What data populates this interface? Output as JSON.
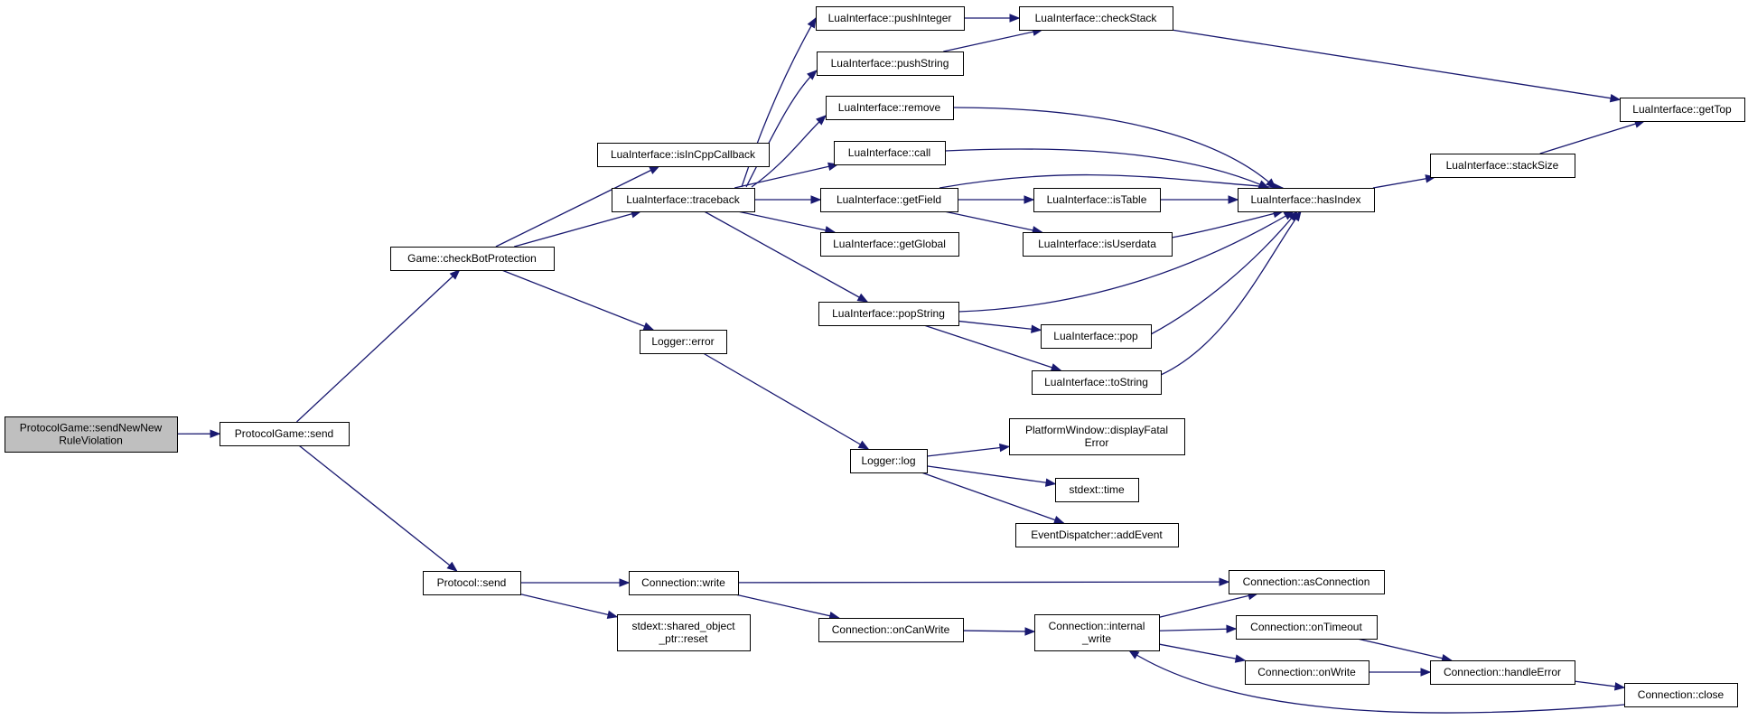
{
  "graph": {
    "title": "",
    "colors": {
      "edge": "#191970",
      "node_border": "#000000",
      "node_fill": "#ffffff",
      "root_fill": "#bfbfbf"
    },
    "nodes": [
      {
        "id": "sendNewRuleViolation",
        "lines": [
          "ProtocolGame::sendNewNew",
          "RuleViolation"
        ],
        "root": true
      },
      {
        "id": "pgSend",
        "lines": [
          "ProtocolGame::send"
        ]
      },
      {
        "id": "checkBot",
        "lines": [
          "Game::checkBotProtection"
        ]
      },
      {
        "id": "protoSend",
        "lines": [
          "Protocol::send"
        ]
      },
      {
        "id": "isInCpp",
        "lines": [
          "LuaInterface::isInCppCallback"
        ]
      },
      {
        "id": "traceback",
        "lines": [
          "LuaInterface::traceback"
        ]
      },
      {
        "id": "loggerError",
        "lines": [
          "Logger::error"
        ]
      },
      {
        "id": "pushInteger",
        "lines": [
          "LuaInterface::pushInteger"
        ]
      },
      {
        "id": "pushString",
        "lines": [
          "LuaInterface::pushString"
        ]
      },
      {
        "id": "remove",
        "lines": [
          "LuaInterface::remove"
        ]
      },
      {
        "id": "call",
        "lines": [
          "LuaInterface::call"
        ]
      },
      {
        "id": "getField",
        "lines": [
          "LuaInterface::getField"
        ]
      },
      {
        "id": "getGlobal",
        "lines": [
          "LuaInterface::getGlobal"
        ]
      },
      {
        "id": "popString",
        "lines": [
          "LuaInterface::popString"
        ]
      },
      {
        "id": "checkStack",
        "lines": [
          "LuaInterface::checkStack"
        ]
      },
      {
        "id": "isTable",
        "lines": [
          "LuaInterface::isTable"
        ]
      },
      {
        "id": "isUserdata",
        "lines": [
          "LuaInterface::isUserdata"
        ]
      },
      {
        "id": "pop",
        "lines": [
          "LuaInterface::pop"
        ]
      },
      {
        "id": "toString",
        "lines": [
          "LuaInterface::toString"
        ]
      },
      {
        "id": "hasIndex",
        "lines": [
          "LuaInterface::hasIndex"
        ]
      },
      {
        "id": "stackSize",
        "lines": [
          "LuaInterface::stackSize"
        ]
      },
      {
        "id": "getTop",
        "lines": [
          "LuaInterface::getTop"
        ]
      },
      {
        "id": "loggerLog",
        "lines": [
          "Logger::log"
        ]
      },
      {
        "id": "displayFatal",
        "lines": [
          "PlatformWindow::displayFatal",
          "Error"
        ]
      },
      {
        "id": "time",
        "lines": [
          "stdext::time"
        ]
      },
      {
        "id": "addEvent",
        "lines": [
          "EventDispatcher::addEvent"
        ]
      },
      {
        "id": "connWrite",
        "lines": [
          "Connection::write"
        ]
      },
      {
        "id": "sharedReset",
        "lines": [
          "stdext::shared_object",
          "_ptr::reset"
        ]
      },
      {
        "id": "onCanWrite",
        "lines": [
          "Connection::onCanWrite"
        ]
      },
      {
        "id": "internalWrite",
        "lines": [
          "Connection::internal",
          "_write"
        ]
      },
      {
        "id": "asConnection",
        "lines": [
          "Connection::asConnection"
        ]
      },
      {
        "id": "onTimeout",
        "lines": [
          "Connection::onTimeout"
        ]
      },
      {
        "id": "onWrite",
        "lines": [
          "Connection::onWrite"
        ]
      },
      {
        "id": "handleError",
        "lines": [
          "Connection::handleError"
        ]
      },
      {
        "id": "close",
        "lines": [
          "Connection::close"
        ]
      }
    ],
    "edges": [
      [
        "sendNewRuleViolation",
        "pgSend"
      ],
      [
        "pgSend",
        "checkBot"
      ],
      [
        "pgSend",
        "protoSend"
      ],
      [
        "checkBot",
        "isInCpp"
      ],
      [
        "checkBot",
        "traceback"
      ],
      [
        "checkBot",
        "loggerError"
      ],
      [
        "traceback",
        "pushInteger"
      ],
      [
        "traceback",
        "pushString"
      ],
      [
        "traceback",
        "remove"
      ],
      [
        "traceback",
        "call"
      ],
      [
        "traceback",
        "getField"
      ],
      [
        "traceback",
        "getGlobal"
      ],
      [
        "traceback",
        "popString"
      ],
      [
        "pushInteger",
        "checkStack"
      ],
      [
        "pushString",
        "checkStack"
      ],
      [
        "checkStack",
        "getTop"
      ],
      [
        "remove",
        "hasIndex"
      ],
      [
        "call",
        "hasIndex"
      ],
      [
        "getField",
        "hasIndex"
      ],
      [
        "getField",
        "isTable"
      ],
      [
        "getField",
        "isUserdata"
      ],
      [
        "isTable",
        "hasIndex"
      ],
      [
        "isUserdata",
        "hasIndex"
      ],
      [
        "popString",
        "hasIndex"
      ],
      [
        "popString",
        "pop"
      ],
      [
        "popString",
        "toString"
      ],
      [
        "pop",
        "hasIndex"
      ],
      [
        "toString",
        "hasIndex"
      ],
      [
        "hasIndex",
        "stackSize"
      ],
      [
        "stackSize",
        "getTop"
      ],
      [
        "loggerError",
        "loggerLog"
      ],
      [
        "loggerLog",
        "displayFatal"
      ],
      [
        "loggerLog",
        "time"
      ],
      [
        "loggerLog",
        "addEvent"
      ],
      [
        "protoSend",
        "connWrite"
      ],
      [
        "protoSend",
        "sharedReset"
      ],
      [
        "connWrite",
        "asConnection"
      ],
      [
        "connWrite",
        "onCanWrite"
      ],
      [
        "onCanWrite",
        "internalWrite"
      ],
      [
        "internalWrite",
        "asConnection"
      ],
      [
        "internalWrite",
        "onTimeout"
      ],
      [
        "internalWrite",
        "onWrite"
      ],
      [
        "onTimeout",
        "handleError"
      ],
      [
        "onWrite",
        "handleError"
      ],
      [
        "handleError",
        "close"
      ],
      [
        "close",
        "internalWrite"
      ]
    ]
  }
}
